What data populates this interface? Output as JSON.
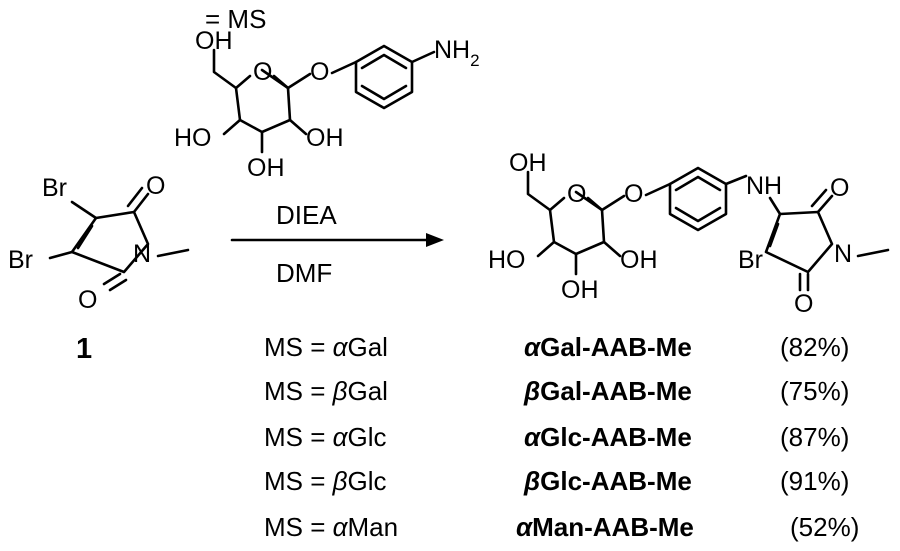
{
  "reagent_label": "= MS",
  "atoms": {
    "oh": "OH",
    "ho": "HO",
    "o": "O",
    "nh2_n": "NH",
    "nh2_sub": "2",
    "nh": "NH",
    "n": "N",
    "br": "Br"
  },
  "compound_number": "1",
  "conditions": {
    "above": "DIEA",
    "below": "DMF"
  },
  "table": {
    "rows": [
      {
        "ms_prefix": "MS = ",
        "ms_greek": "α",
        "ms_sugar": "Gal",
        "product_greek": "α",
        "product_name": "Gal-AAB-Me",
        "yield": "(82%)"
      },
      {
        "ms_prefix": "MS = ",
        "ms_greek": "β",
        "ms_sugar": "Gal",
        "product_greek": "β",
        "product_name": "Gal-AAB-Me",
        "yield": "(75%)"
      },
      {
        "ms_prefix": "MS = ",
        "ms_greek": "α",
        "ms_sugar": "Glc",
        "product_greek": "α",
        "product_name": "Glc-AAB-Me",
        "yield": "(87%)"
      },
      {
        "ms_prefix": "MS = ",
        "ms_greek": "β",
        "ms_sugar": "Glc",
        "product_greek": "β",
        "product_name": "Glc-AAB-Me",
        "yield": "(91%)"
      },
      {
        "ms_prefix": "MS = ",
        "ms_greek": "α",
        "ms_sugar": "Man",
        "product_greek": "α",
        "product_name": "Man-AAB-Me",
        "yield": "(52%)"
      }
    ]
  }
}
